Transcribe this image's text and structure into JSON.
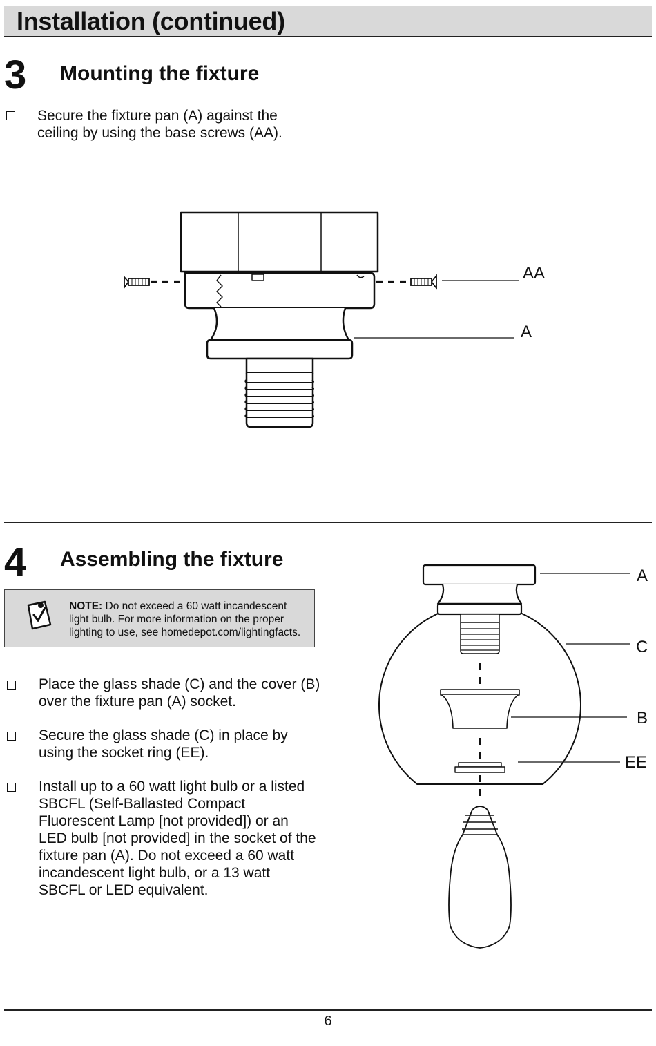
{
  "header": {
    "title": "Installation (continued)"
  },
  "step3": {
    "number": "3",
    "title": "Mounting the fixture",
    "items": [
      {
        "line1": "Secure the fixture pan (A) against the",
        "line2": "ceiling by using the base screws (AA)."
      }
    ],
    "diagram_labels": {
      "aa": "AA",
      "a": "A"
    }
  },
  "step4": {
    "number": "4",
    "title": "Assembling the fixture",
    "note": {
      "prefix": "NOTE:",
      "line1": "Do not exceed a 60 watt incandescent",
      "line2": "light bulb. For more information on the proper",
      "line3": "lighting to use, see homedepot.com/lightingfacts."
    },
    "items": [
      {
        "lines": [
          "Place the glass shade (C) and the cover (B)",
          "over the fixture pan (A) socket."
        ]
      },
      {
        "lines": [
          "Secure the glass shade (C) in place by",
          "using the socket ring (EE)."
        ]
      },
      {
        "lines": [
          "Install up to a 60 watt light bulb or a listed",
          "SBCFL (Self-Ballasted Compact",
          "Fluorescent Lamp [not provided]) or an",
          "LED bulb [not provided] in the socket of the",
          "fixture pan (A). Do not exceed a 60 watt",
          "incandescent light bulb, or a 13 watt",
          "SBCFL or LED equivalent."
        ]
      }
    ],
    "diagram_labels": {
      "a": "A",
      "c": "C",
      "b": "B",
      "ee": "EE"
    }
  },
  "footer": {
    "page_number": "6"
  },
  "colors": {
    "header_bg": "#d9d9d9",
    "note_bg": "#d9d9d9",
    "ink": "#111111"
  }
}
